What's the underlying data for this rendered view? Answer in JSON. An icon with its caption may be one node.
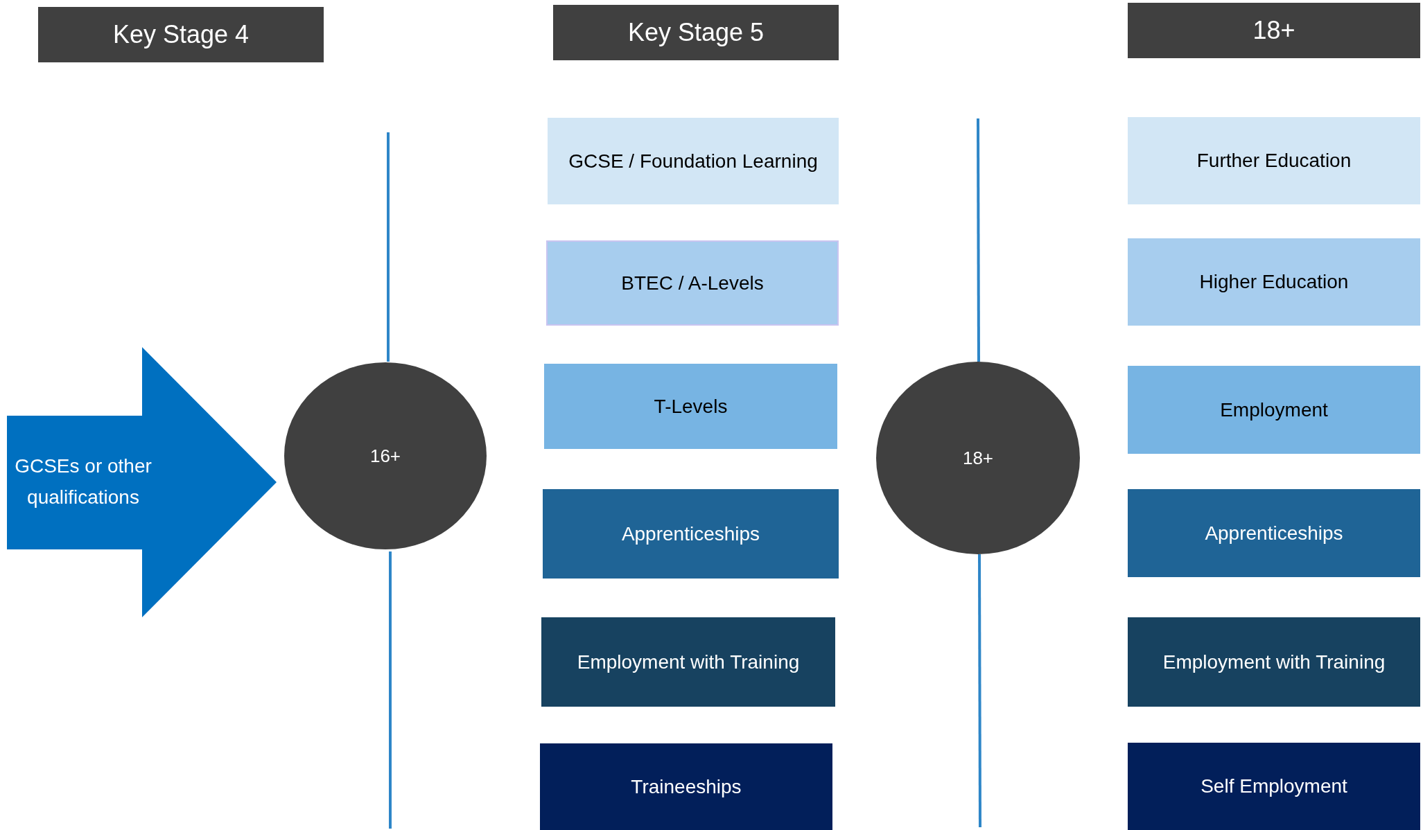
{
  "diagram": {
    "nodes": [
      {
        "text": [
          "Key Stage 4"
        ]
      },
      {
        "text": [
          "Key Stage 5"
        ]
      },
      {
        "text": [
          "18+"
        ]
      },
      {
        "text": [
          "GCSEs or other qualifications"
        ]
      },
      {
        "text": [
          "16+"
        ]
      },
      {
        "text": [
          "GCSE / Foundation Learning"
        ]
      },
      {
        "text": [
          "BTEC / A-Levels"
        ]
      },
      {
        "text": [
          "T-Levels"
        ]
      },
      {
        "text": [
          "Apprenticeships"
        ]
      },
      {
        "text": [
          "Employment with Training"
        ]
      },
      {
        "text": [
          "Traineeships"
        ]
      },
      {
        "text": [
          "18+"
        ]
      },
      {
        "text": [
          "Further Education"
        ]
      },
      {
        "text": [
          "Higher Education"
        ]
      },
      {
        "text": [
          "Employment"
        ]
      },
      {
        "text": [
          "Apprenticeships"
        ]
      },
      {
        "text": [
          "Employment with Training"
        ]
      },
      {
        "text": [
          "Self Employment"
        ]
      }
    ]
  }
}
